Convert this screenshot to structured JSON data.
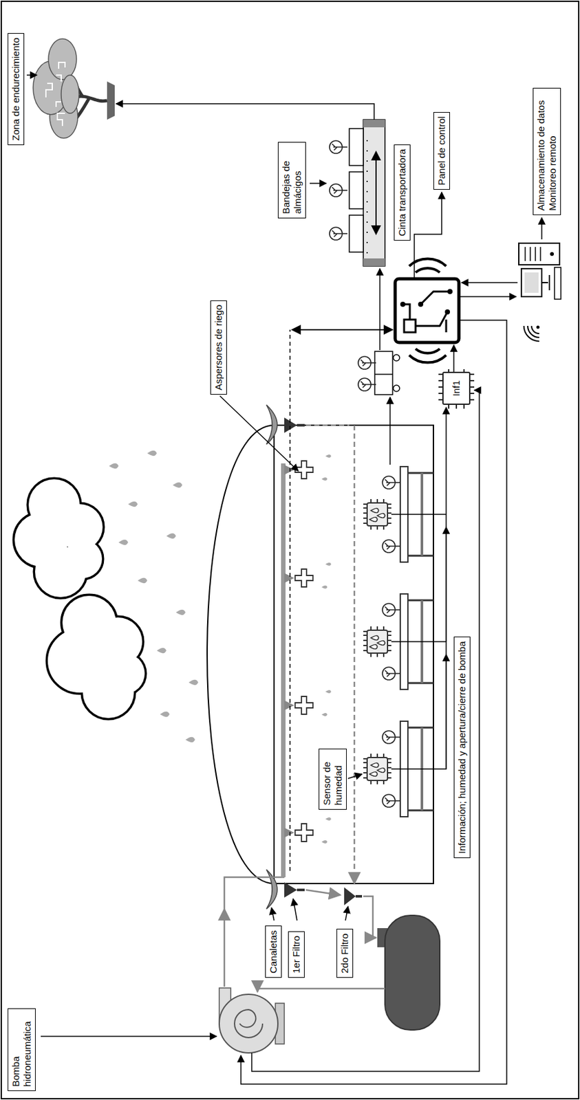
{
  "diagram": {
    "nodes": [
      {
        "text": [
          "Bomba hidroneumática"
        ]
      },
      {
        "text": [
          "Canaletas"
        ]
      },
      {
        "text": [
          "1er Filtro"
        ]
      },
      {
        "text": [
          "2do Filtro"
        ]
      },
      {
        "text": [
          "Aspersores de riego"
        ]
      },
      {
        "text": [
          "Sensor de humedad"
        ]
      },
      {
        "text": [
          "Información; humedad y apertura/cierre de bomba"
        ]
      },
      {
        "text": [
          "Inf1"
        ]
      },
      {
        "text": [
          "Bandejas de almácigos"
        ]
      },
      {
        "text": [
          "Cinta transportadora"
        ]
      },
      {
        "text": [
          "Zona de endurecimiento"
        ]
      },
      {
        "text": [
          "Panel de control"
        ]
      },
      {
        "text": [
          "Almacenamiento de datos Monitoreo remoto"
        ]
      }
    ]
  }
}
